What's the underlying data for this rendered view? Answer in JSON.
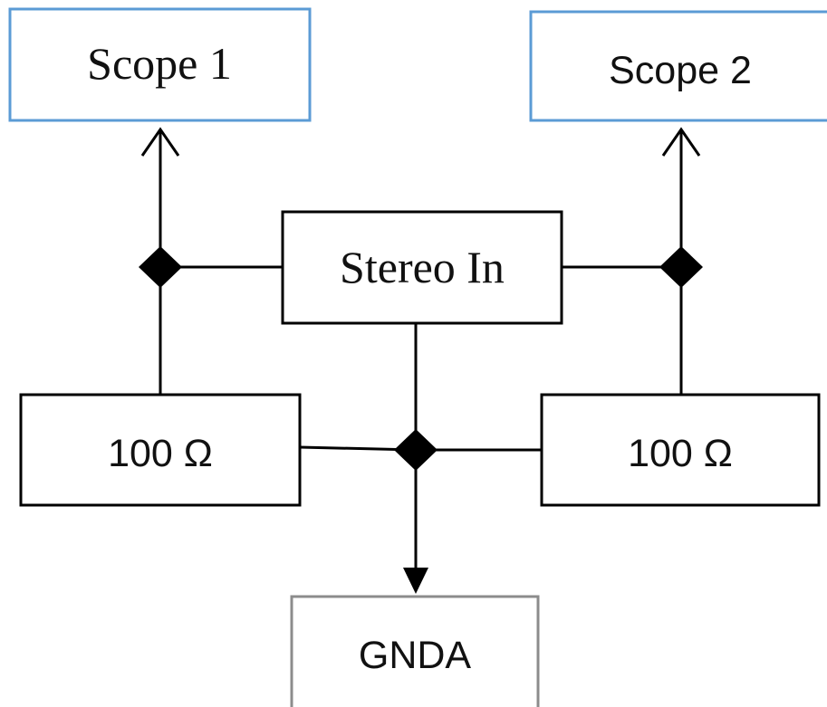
{
  "colors": {
    "scope_border": "#5b9bd5",
    "main_border": "#000000",
    "gnda_border": "#8c8c8c",
    "line": "#000000",
    "junction": "#000000"
  },
  "nodes": {
    "scope1": {
      "label": "Scope 1"
    },
    "scope2": {
      "label": "Scope 2"
    },
    "stereo_in": {
      "label": "Stereo In"
    },
    "resistor_left": {
      "label": "100 Ω"
    },
    "resistor_right": {
      "label": "100 Ω"
    },
    "gnda": {
      "label": "GNDA"
    }
  }
}
